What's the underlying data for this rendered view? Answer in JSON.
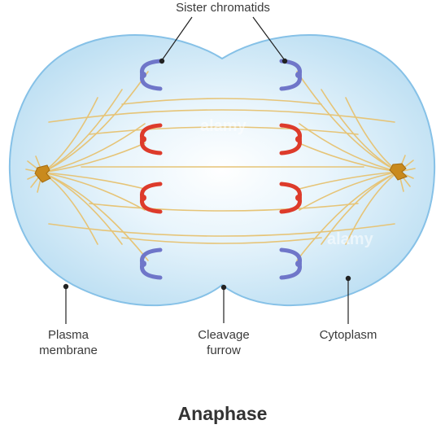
{
  "title": "Anaphase",
  "labels": {
    "sister_chromatids": "Sister chromatids",
    "plasma_membrane_line1": "Plasma",
    "plasma_membrane_line2": "membrane",
    "cleavage_furrow_line1": "Cleavage",
    "cleavage_furrow_line2": "furrow",
    "cytoplasm": "Cytoplasm"
  },
  "watermark": "alamy",
  "colors": {
    "cell_fill": "#cfe8f6",
    "cell_outline": "#8cc6ea",
    "spindle_fiber": "#e8c87a",
    "chromatid_blue": "#6f76c9",
    "chromatid_red": "#dd3b2b",
    "centrosome": "#c88a1e",
    "leader_line": "#222222"
  }
}
